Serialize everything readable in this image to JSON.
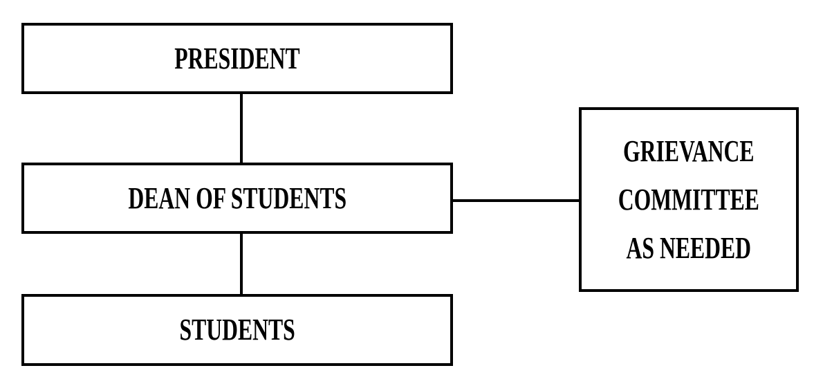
{
  "diagram": {
    "nodes": {
      "president": {
        "label": "PRESIDENT"
      },
      "dean": {
        "label": "DEAN OF STUDENTS"
      },
      "students": {
        "label": "STUDENTS"
      },
      "grievance": {
        "lines": [
          "GRIEVANCE",
          "COMMITTEE",
          "AS NEEDED"
        ]
      }
    },
    "edges": [
      {
        "from": "president",
        "to": "dean"
      },
      {
        "from": "dean",
        "to": "students"
      },
      {
        "from": "dean",
        "to": "grievance"
      }
    ]
  }
}
